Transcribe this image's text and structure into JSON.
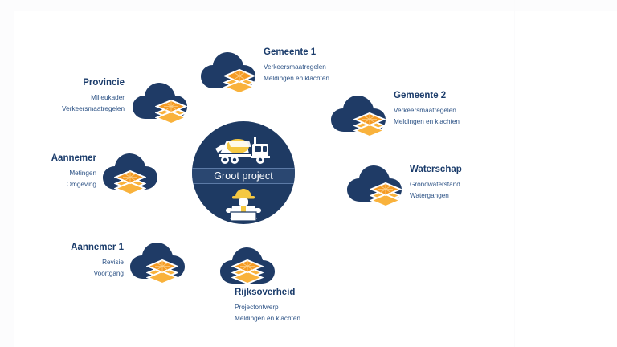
{
  "diagram": {
    "background_color": "#ffffff",
    "navy": "#1e3a63",
    "cloud_navy": "#1f3b66",
    "orange": "#f7a938",
    "orange_dark": "#f18f20",
    "title_color": "#1b3c6b",
    "sub_color": "#2c5285"
  },
  "hub": {
    "label": "Groot project",
    "top_icon": "cement-mixer-truck-icon",
    "bottom_icon": "construction-worker-icon"
  },
  "nodes": [
    {
      "id": "provincie",
      "title": "Provincie",
      "items": [
        "Milieukader",
        "Verkeersmaatregelen"
      ],
      "align": "right",
      "icon": "cloud-data-stack-icon"
    },
    {
      "id": "gemeente-1",
      "title": "Gemeente 1",
      "items": [
        "Verkeersmaatregelen",
        "Meldingen  en klachten"
      ],
      "align": "left",
      "icon": "cloud-data-stack-icon"
    },
    {
      "id": "gemeente-2",
      "title": "Gemeente 2",
      "items": [
        "Verkeersmaatregelen",
        "Meldingen  en klachten"
      ],
      "align": "left",
      "icon": "cloud-data-stack-icon"
    },
    {
      "id": "waterschap",
      "title": "Waterschap",
      "items": [
        "Grondwaterstand",
        "Watergangen"
      ],
      "align": "left",
      "icon": "cloud-data-stack-icon"
    },
    {
      "id": "aannemer",
      "title": "Aannemer",
      "items": [
        "Metingen",
        "Omgeving"
      ],
      "align": "right",
      "icon": "cloud-data-stack-icon"
    },
    {
      "id": "aannemer-1",
      "title": "Aannemer 1",
      "items": [
        "Revisie",
        "Voortgang"
      ],
      "align": "right",
      "icon": "cloud-data-stack-icon"
    },
    {
      "id": "rijksoverheid",
      "title": "Rijksoverheid",
      "items": [
        "Projectontwerp",
        "Meldingen  en klachten"
      ],
      "align": "left",
      "icon": "cloud-data-stack-icon"
    }
  ]
}
